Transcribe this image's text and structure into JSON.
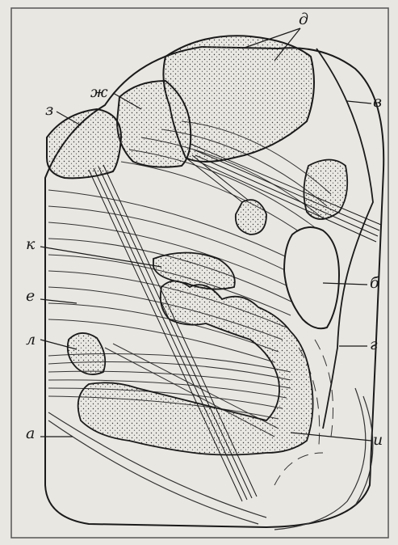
{
  "figure": {
    "background": "#c9c7c3",
    "paper": "#e9e7e2",
    "ink": "#1a1a1a",
    "labels": {
      "a": "а",
      "b": "б",
      "v": "в",
      "g": "г",
      "d": "д",
      "e": "е",
      "zh": "ж",
      "z": "з",
      "i": "и",
      "k": "к",
      "l": "л"
    }
  }
}
